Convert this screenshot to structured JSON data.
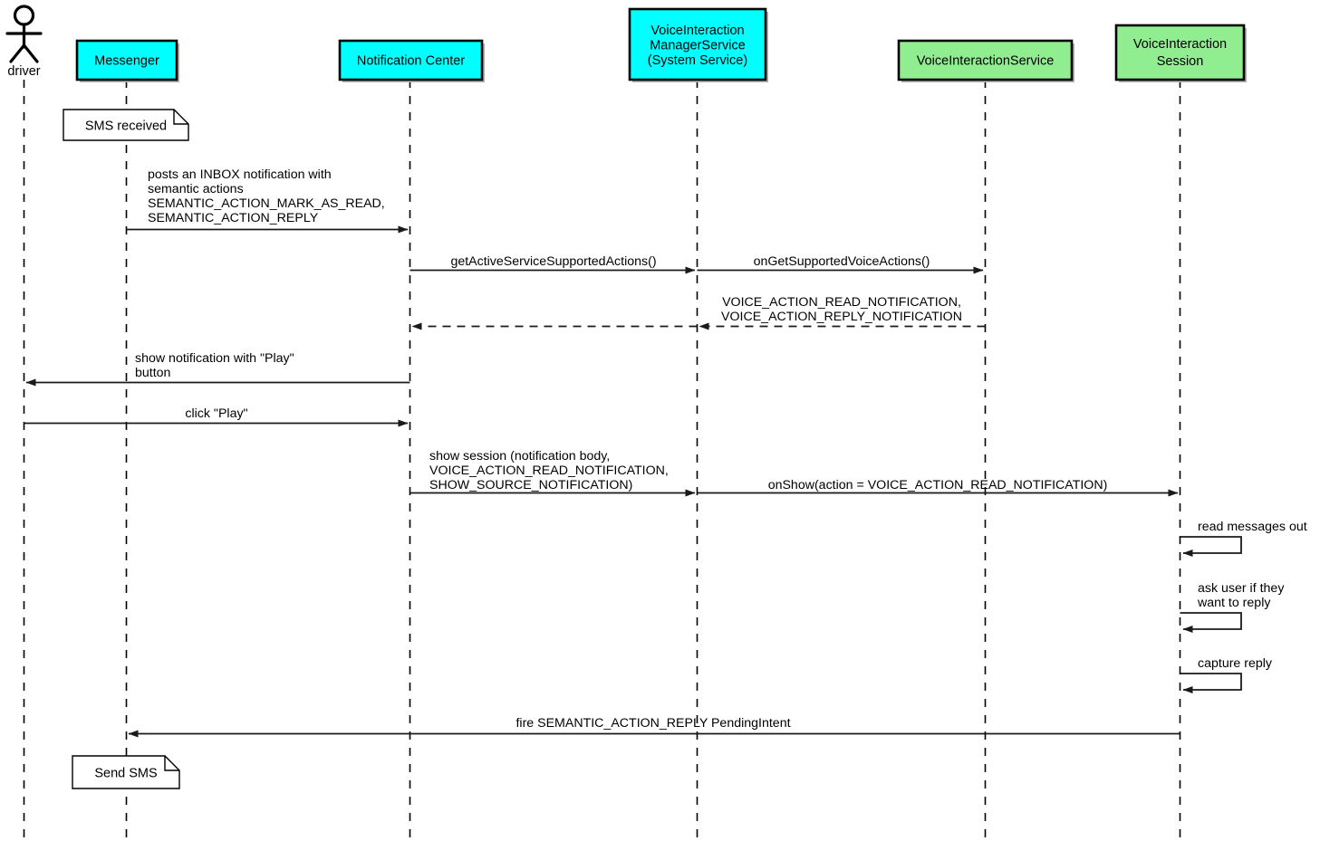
{
  "diagram": {
    "title": "Voice Interaction Notification Sequence",
    "type": "uml-sequence",
    "colors": {
      "cyan": "#00FFFF",
      "green": "#90EE90",
      "line": "#000000",
      "note_fill": "#FFFFFF",
      "shadow": "#B0B0B0"
    }
  },
  "actor": {
    "name": "driver",
    "label": "driver"
  },
  "participants": [
    {
      "id": "messenger",
      "lines": [
        "Messenger"
      ],
      "color": "#00FFFF"
    },
    {
      "id": "notification-center",
      "lines": [
        "Notification Center"
      ],
      "color": "#00FFFF"
    },
    {
      "id": "vims",
      "lines": [
        "VoiceInteraction",
        "ManagerService",
        "(System Service)"
      ],
      "color": "#00FFFF"
    },
    {
      "id": "vis",
      "lines": [
        "VoiceInteractionService"
      ],
      "color": "#90EE90"
    },
    {
      "id": "session",
      "lines": [
        "VoiceInteraction",
        "Session"
      ],
      "color": "#90EE90"
    }
  ],
  "notes": [
    {
      "id": "note-sms-received",
      "text": "SMS received"
    },
    {
      "id": "note-send-sms",
      "text": "Send SMS"
    }
  ],
  "messages": [
    {
      "id": "msg-post-inbox-notification",
      "from": "messenger",
      "to": "notification-center",
      "style": "solid",
      "direction": "right",
      "lines": [
        "posts an INBOX notification with",
        "semantic actions",
        "SEMANTIC_ACTION_MARK_AS_READ,",
        "SEMANTIC_ACTION_REPLY"
      ]
    },
    {
      "id": "msg-get-active-service-supported-actions",
      "from": "notification-center",
      "to": "vims",
      "style": "solid",
      "direction": "right",
      "lines": [
        "getActiveServiceSupportedActions()"
      ]
    },
    {
      "id": "msg-on-get-supported-voice-actions",
      "from": "vims",
      "to": "vis",
      "style": "solid",
      "direction": "right",
      "lines": [
        "onGetSupportedVoiceActions()"
      ]
    },
    {
      "id": "msg-return-voice-actions",
      "from": "vis",
      "to": "vims",
      "style": "dashed",
      "direction": "left",
      "lines": [
        "VOICE_ACTION_READ_NOTIFICATION,",
        "VOICE_ACTION_REPLY_NOTIFICATION"
      ]
    },
    {
      "id": "msg-return-voice-actions-2",
      "from": "vims",
      "to": "notification-center",
      "style": "dashed",
      "direction": "left",
      "lines": []
    },
    {
      "id": "msg-show-notification-play",
      "from": "notification-center",
      "to": "driver",
      "style": "solid",
      "direction": "left",
      "lines": [
        "show notification with \"Play\"",
        "button"
      ]
    },
    {
      "id": "msg-click-play",
      "from": "driver",
      "to": "notification-center",
      "style": "solid",
      "direction": "right",
      "lines": [
        "click \"Play\""
      ]
    },
    {
      "id": "msg-show-session",
      "from": "notification-center",
      "to": "vims",
      "style": "solid",
      "direction": "right",
      "lines": [
        "show session (notification body,",
        "VOICE_ACTION_READ_NOTIFICATION,",
        "SHOW_SOURCE_NOTIFICATION)"
      ]
    },
    {
      "id": "msg-on-show",
      "from": "vims",
      "to": "session",
      "style": "solid",
      "direction": "right",
      "lines": [
        "onShow(action = VOICE_ACTION_READ_NOTIFICATION)"
      ]
    },
    {
      "id": "msg-fire-pending-intent",
      "from": "session",
      "to": "messenger",
      "style": "solid",
      "direction": "left",
      "lines": [
        "fire SEMANTIC_ACTION_REPLY PendingIntent"
      ]
    }
  ],
  "self_messages": [
    {
      "id": "self-read-messages-out",
      "on": "session",
      "lines": [
        "read messages out"
      ]
    },
    {
      "id": "self-ask-user-reply",
      "on": "session",
      "lines": [
        "ask user if they",
        "want to reply"
      ]
    },
    {
      "id": "self-capture-reply",
      "on": "session",
      "lines": [
        "capture reply"
      ]
    }
  ]
}
